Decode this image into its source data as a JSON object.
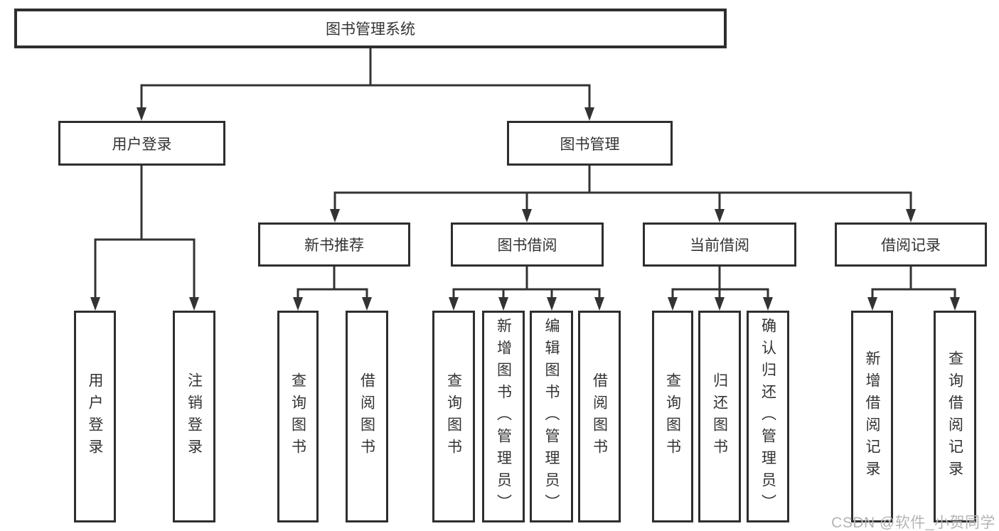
{
  "diagram": {
    "kind": "tree-structure-chart",
    "colors": {
      "background": "#ffffff",
      "line": "#333333",
      "box_border": "#2e2e2e",
      "text": "#333333",
      "watermark_text": "#b4b4b4"
    }
  },
  "tree": {
    "root": {
      "label": "图书管理系统"
    },
    "branches": [
      {
        "label": "用户登录",
        "children": [
          {
            "label": "用户登录"
          },
          {
            "label": "注销登录"
          }
        ]
      },
      {
        "label": "图书管理",
        "children": [
          {
            "label": "新书推荐",
            "children": [
              {
                "label": "查询图书"
              },
              {
                "label": "借阅图书"
              }
            ]
          },
          {
            "label": "图书借阅",
            "children": [
              {
                "label": "查询图书"
              },
              {
                "label": "新增图书（管理员）"
              },
              {
                "label": "编辑图书（管理员）"
              },
              {
                "label": "借阅图书"
              }
            ]
          },
          {
            "label": "当前借阅",
            "children": [
              {
                "label": "查询图书"
              },
              {
                "label": "归还图书"
              },
              {
                "label": "确认归还（管理员）"
              }
            ]
          },
          {
            "label": "借阅记录",
            "children": [
              {
                "label": "新增借阅记录"
              },
              {
                "label": "查询借阅记录"
              }
            ]
          }
        ]
      }
    ]
  },
  "watermark": {
    "text": "CSDN @软件_小贺同学"
  }
}
